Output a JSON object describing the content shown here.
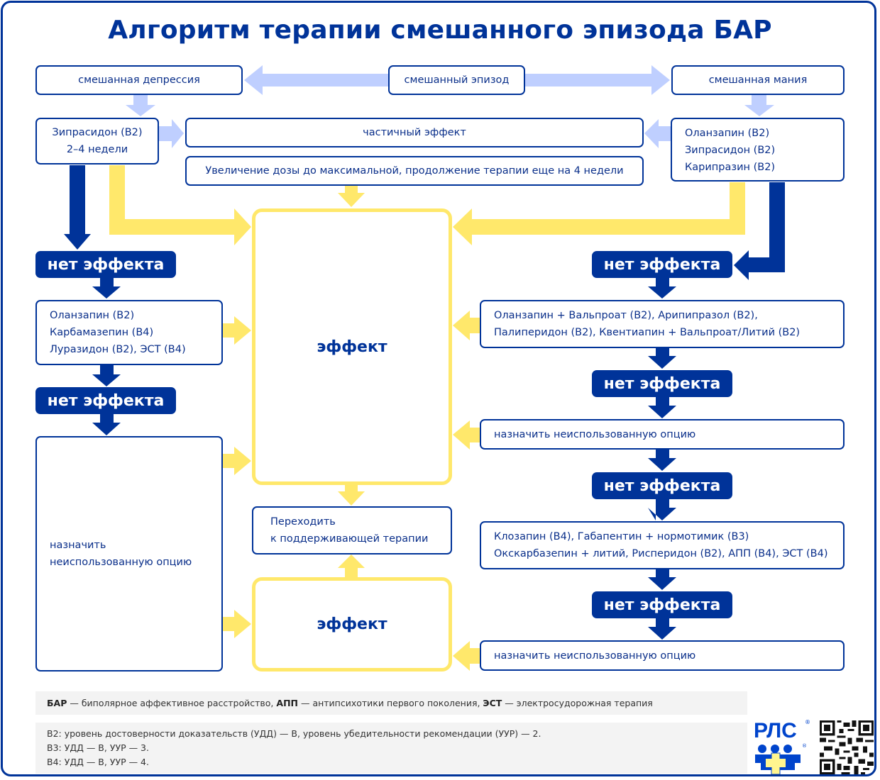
{
  "title": "Алгоритм терапии смешанного эпизода БАР",
  "colors": {
    "primary": "#003399",
    "yellow": "#ffe86b",
    "light_blue": "#bfcfff",
    "note_bg": "#f3f3f3"
  },
  "top_row": {
    "mixed_depression": "смешанная депрессия",
    "mixed_episode": "смешанный эпизод",
    "mixed_mania": "смешанная мания"
  },
  "left": {
    "first_line": [
      "Зипрасидон (В2)",
      "2–4 недели"
    ],
    "second_line": [
      "Оланзапин (В2)",
      "Карбамазепин (В4)",
      "Луразидон (В2), ЭСТ (В4)"
    ],
    "unused_option": [
      "назначить",
      "неиспользованную опцию"
    ]
  },
  "center": {
    "partial_effect": "частичный эффект",
    "dose_increase": "Увеличение дозы до максимальной, продолжение терапии еще на 4 недели",
    "effect_main": "эффект",
    "maintenance": [
      "Переходить",
      "к поддерживающей терапии"
    ],
    "effect_bottom": "эффект"
  },
  "right": {
    "first_line": [
      "Оланзапин (В2)",
      "Зипрасидон (В2)",
      "Карипразин (В2)"
    ],
    "second_line": [
      "Оланзапин + Вальпроат (В2), Арипипразол (В2),",
      "Палиперидон (В2), Квентиапин + Вальпроат/Литий (В2)"
    ],
    "unused_option_1": "назначить неиспользованную опцию",
    "third_line": [
      "Клозапин (В4), Габапентин + нормотимик (В3)",
      "Окскарбазепин + литий, Рисперидон (В2), АПП (В4), ЭСТ (В4)"
    ],
    "unused_option_2": "назначить неиспользованную опцию"
  },
  "no_effect_label": "нет эффекта",
  "notes": {
    "abbreviations": [
      {
        "term": "БАР",
        "def": " — биполярное аффективное расстройство, "
      },
      {
        "term": "АПП",
        "def": " — антипсихотики первого поколения, "
      },
      {
        "term": "ЭСТ",
        "def": " — электросудорожная терапия"
      }
    ],
    "levels": [
      "В2: уровень достоверности доказательств (УДД) — В, уровень убедительности рекомендации (УУР) — 2.",
      "В3: УДД — В, УУР — 3.",
      "В4: УДД — В, УУР — 4."
    ]
  },
  "logo": {
    "text": "РЛС",
    "registered": "®"
  }
}
